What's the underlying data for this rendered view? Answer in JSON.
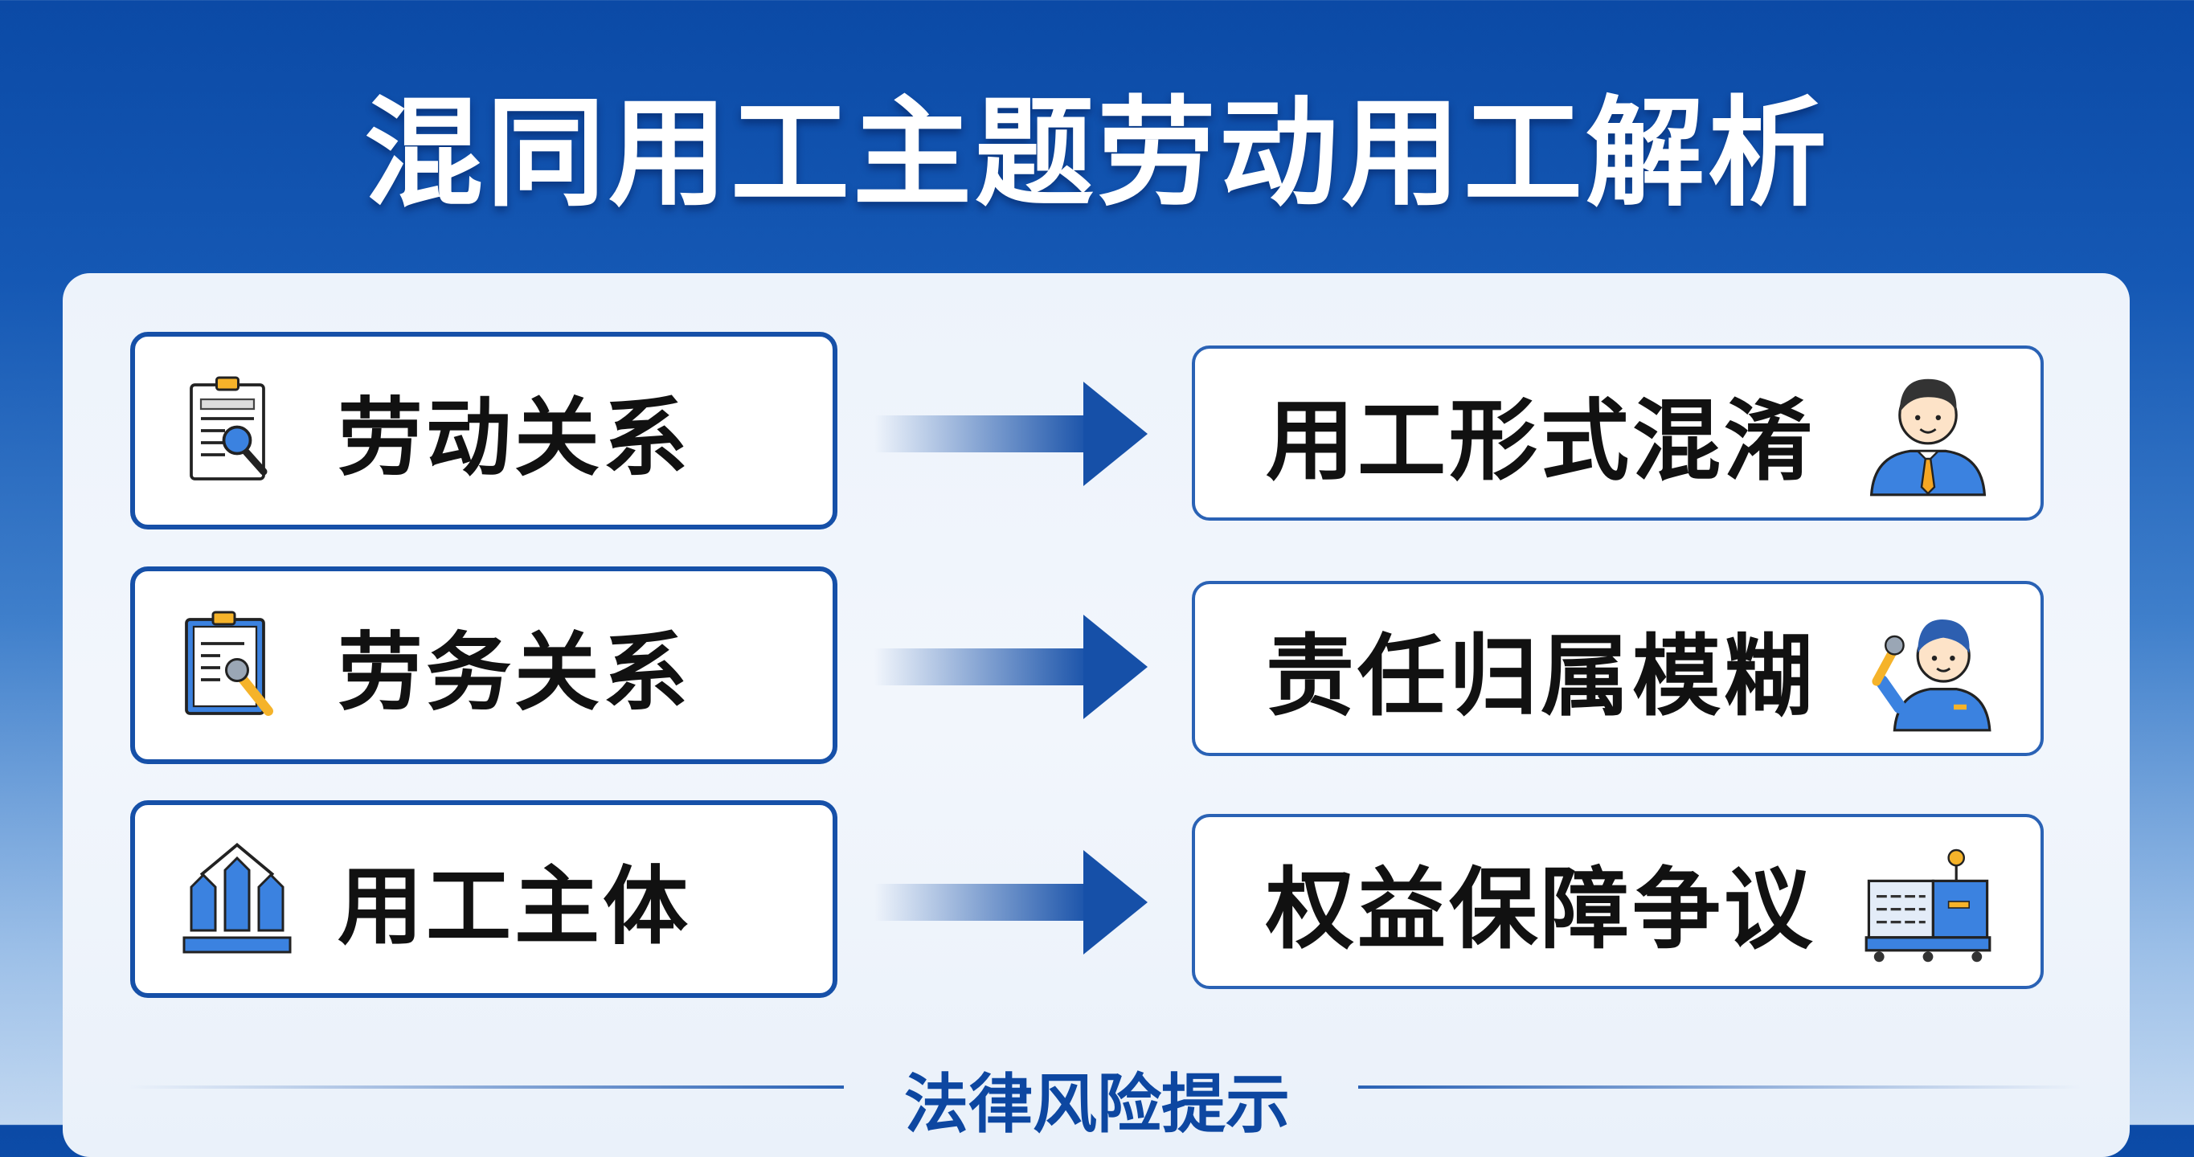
{
  "title": "混同用工主题劳动用工解析",
  "left_items": [
    {
      "label": "劳动关系",
      "icon": "clipboard-search-icon"
    },
    {
      "label": "劳务关系",
      "icon": "clipboard-wrench-icon"
    },
    {
      "label": "用工主体",
      "icon": "building-columns-icon"
    }
  ],
  "right_items": [
    {
      "label": "用工形式混淆",
      "icon": "businessman-icon"
    },
    {
      "label": "责任归属模糊",
      "icon": "worker-wrench-icon"
    },
    {
      "label": "权益保障争议",
      "icon": "machine-cart-icon"
    }
  ],
  "footer": "法律风险提示",
  "colors": {
    "primary": "#1650a8",
    "accent": "#f5b32a",
    "icon_blue": "#3b82e0"
  }
}
